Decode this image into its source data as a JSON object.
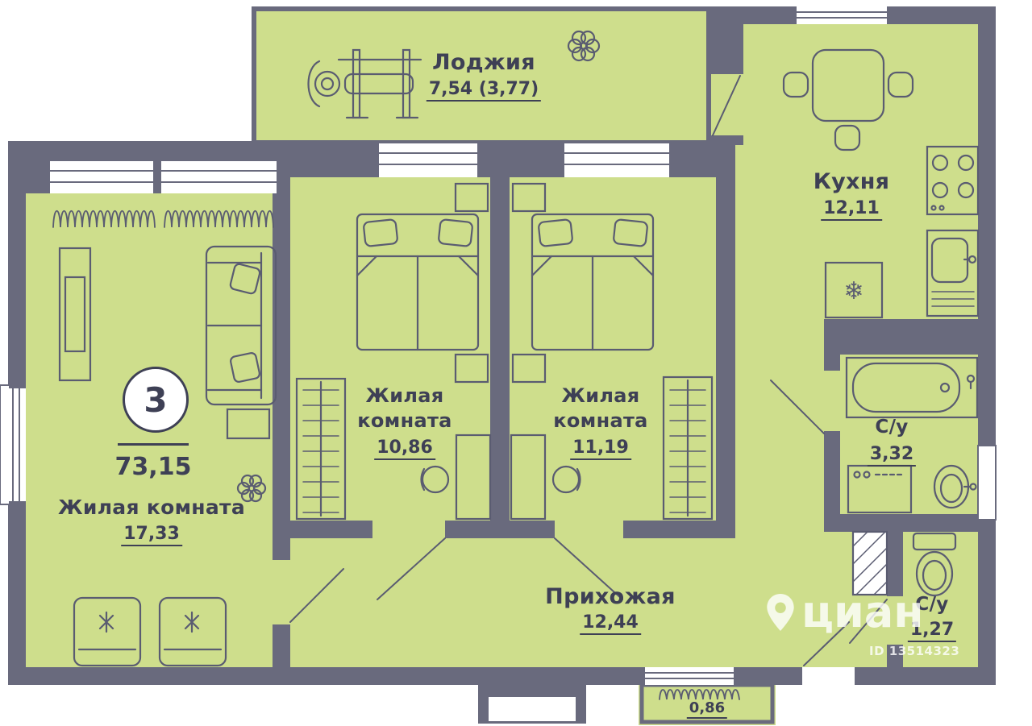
{
  "summary": {
    "rooms": "3",
    "total_area": "73,15"
  },
  "rooms": {
    "loggia": {
      "name": "Лоджия",
      "area": "7,54 (3,77)"
    },
    "kitchen": {
      "name": "Кухня",
      "area": "12,11"
    },
    "bedroom1": {
      "name_line1": "Жилая",
      "name_line2": "комната",
      "area": "10,86"
    },
    "bedroom2": {
      "name_line1": "Жилая",
      "name_line2": "комната",
      "area": "11,19"
    },
    "living": {
      "name": "Жилая комната",
      "area": "17,33"
    },
    "hallway": {
      "name": "Прихожая",
      "area": "12,44"
    },
    "bathroom": {
      "name": "С/у",
      "area": "3,32"
    },
    "wc": {
      "name": "С/у",
      "area": "1,27"
    },
    "balcony": {
      "area": "0,86"
    }
  },
  "icons": {
    "fridge": "❄"
  },
  "watermark": {
    "brand": "циан",
    "id": "ID 13514323"
  },
  "palette": {
    "walls": "#696a7d",
    "rooms": "#cede8c",
    "furniture": "#5a5c71",
    "text": "#3e4055"
  }
}
